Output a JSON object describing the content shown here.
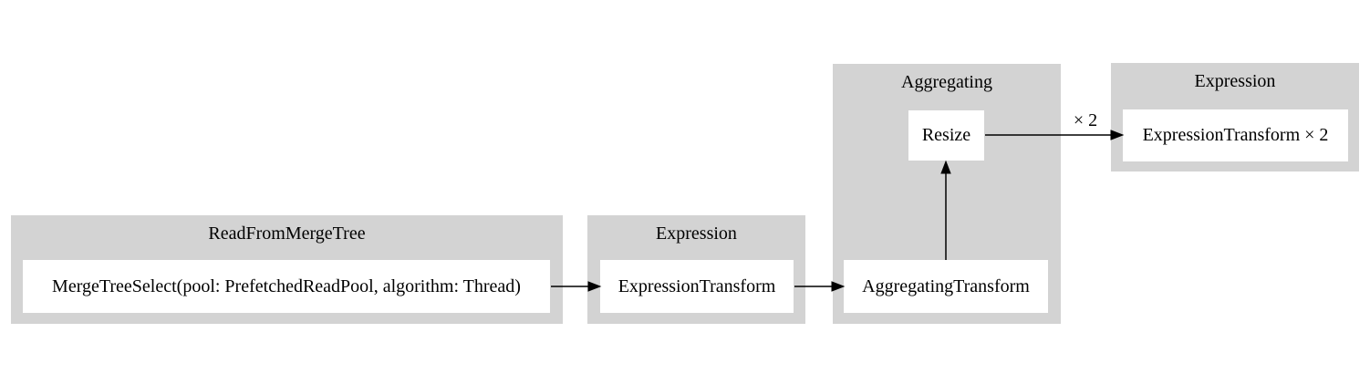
{
  "diagram": {
    "type": "pipeline-graph",
    "groups": [
      {
        "id": "read",
        "title": "ReadFromMergeTree",
        "nodes": [
          {
            "label": "MergeTreeSelect(pool: PrefetchedReadPool, algorithm: Thread)"
          }
        ]
      },
      {
        "id": "expression-1",
        "title": "Expression",
        "nodes": [
          {
            "label": "ExpressionTransform"
          }
        ]
      },
      {
        "id": "aggregating",
        "title": "Aggregating",
        "nodes": [
          {
            "label": "Resize"
          },
          {
            "label": "AggregatingTransform"
          }
        ]
      },
      {
        "id": "expression-2",
        "title": "Expression",
        "nodes": [
          {
            "label": "ExpressionTransform × 2"
          }
        ]
      }
    ],
    "edges": [
      {
        "from": "MergeTreeSelect(pool: PrefetchedReadPool, algorithm: Thread)",
        "to": "ExpressionTransform",
        "label": ""
      },
      {
        "from": "ExpressionTransform",
        "to": "AggregatingTransform",
        "label": ""
      },
      {
        "from": "AggregatingTransform",
        "to": "Resize",
        "label": ""
      },
      {
        "from": "Resize",
        "to": "ExpressionTransform × 2",
        "label": "× 2"
      }
    ],
    "colors": {
      "group_bg": "#d3d3d3",
      "node_bg": "#ffffff",
      "text": "#000000",
      "edge": "#000000",
      "page_bg": "#ffffff"
    }
  }
}
